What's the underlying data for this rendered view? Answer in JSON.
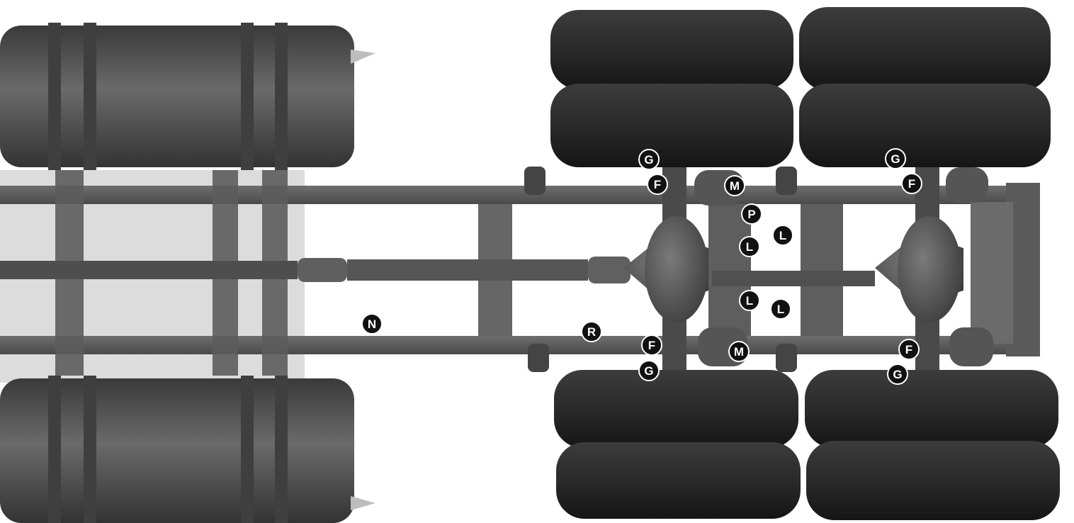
{
  "colors": {
    "background": "#ffffff",
    "tire": "#2e2e2e",
    "tire_dark": "#1f1f1f",
    "frame": "#5a5a5a",
    "tank": "#4a4a4a",
    "axle": "#4f4f4f",
    "marker_fill": "#111111",
    "marker_text": "#ffffff"
  },
  "markers": [
    {
      "label": "G"
    },
    {
      "label": "F"
    },
    {
      "label": "M"
    },
    {
      "label": "P"
    },
    {
      "label": "L"
    },
    {
      "label": "L"
    },
    {
      "label": "G"
    },
    {
      "label": "F"
    },
    {
      "label": "L"
    },
    {
      "label": "L"
    },
    {
      "label": "N"
    },
    {
      "label": "R"
    },
    {
      "label": "F"
    },
    {
      "label": "M"
    },
    {
      "label": "G"
    },
    {
      "label": "F"
    },
    {
      "label": "G"
    }
  ]
}
